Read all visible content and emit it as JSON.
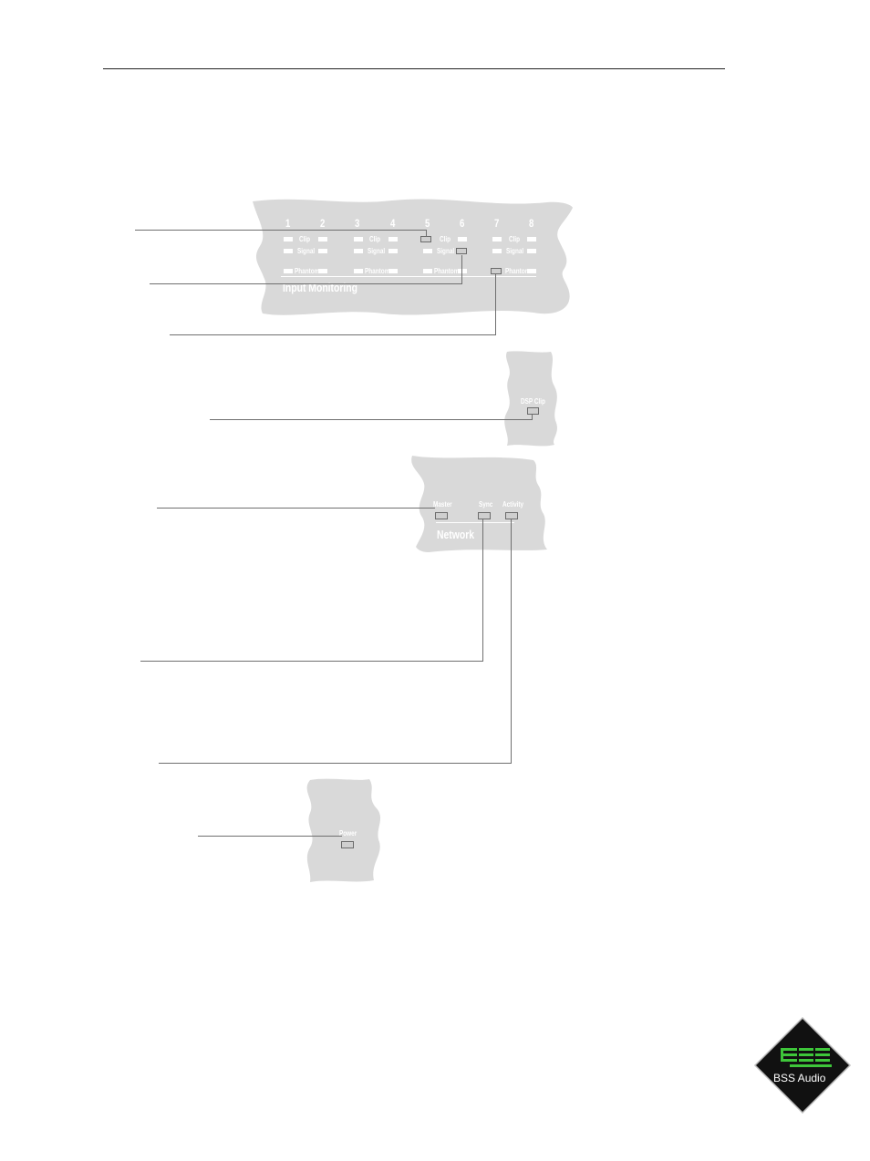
{
  "input_monitoring": {
    "channels": [
      "1",
      "2",
      "3",
      "4",
      "5",
      "6",
      "7",
      "8"
    ],
    "clip_label": "Clip",
    "signal_label": "Signal",
    "phantom_label": "Phantom",
    "title": "Input Monitoring"
  },
  "dsp_panel": {
    "dsp_clip_label": "DSP Clip"
  },
  "network_panel": {
    "master_label": "Master",
    "sync_label": "Sync",
    "activity_label": "Activity",
    "title": "Network"
  },
  "power_panel": {
    "power_label": "Power"
  },
  "logo": {
    "brand_text": "BSS Audio",
    "mark_color": "#3ec63a",
    "diamond_color": "#111111"
  },
  "colors": {
    "panel_bg": "#d9d9d9",
    "leader_line": "#6f6f6f"
  }
}
